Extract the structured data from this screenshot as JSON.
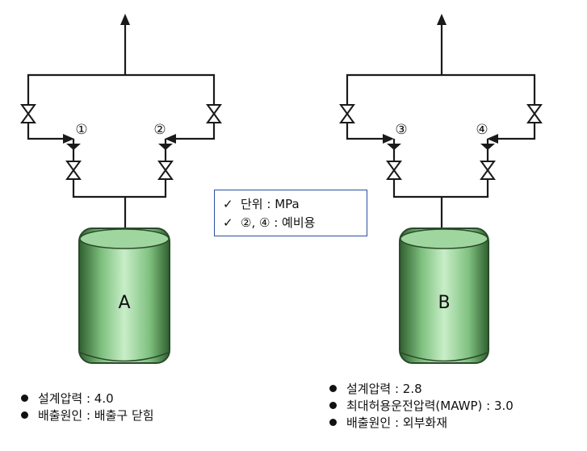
{
  "tank_a": {
    "label": "A",
    "valve_left": "①",
    "valve_right": "②"
  },
  "tank_b": {
    "label": "B",
    "valve_left": "③",
    "valve_right": "④"
  },
  "legend": {
    "check_icon": "✓",
    "unit": "단위 : MPa",
    "spare": "②, ④ : 예비용"
  },
  "notes_a": [
    "설계압력 : 4.0",
    "배출원인 : 배출구 닫힘"
  ],
  "notes_b": [
    "설계압력 : 2.8",
    "최대허용운전압력(MAWP) : 3.0",
    "배출원인 : 외부화재"
  ],
  "colors": {
    "tank_fill": "#8fce8f",
    "tank_dark": "#3e7a3e",
    "legend_border": "#2b4fa0"
  }
}
